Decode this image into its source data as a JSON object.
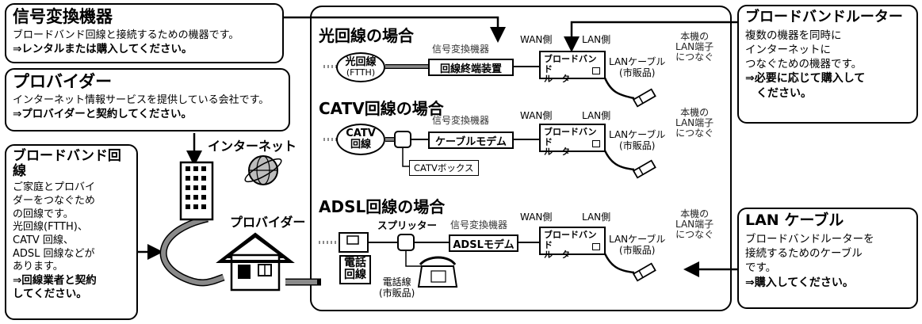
{
  "callouts": {
    "signal_converter": {
      "title": "信号変換機器",
      "body": "ブロードバンド回線と接続するための機器です。",
      "cta": "⇒レンタルまたは購入してください。"
    },
    "provider": {
      "title": "プロバイダー",
      "body": "インターネット情報サービスを提供している会社です。",
      "cta": "⇒プロバイダーと契約してください。"
    },
    "broadband_line": {
      "title": "ブロードバンド回線",
      "body_lines": [
        "ご家庭とプロバイ",
        "ダーをつなぐため",
        "の回線です。",
        "光回線(FTTH)、",
        "CATV 回線、",
        "ADSL 回線などが",
        "あります。"
      ],
      "cta_lines": [
        "⇒回線業者と契約",
        "してください。"
      ]
    },
    "router": {
      "title": "ブロードバンドルーター",
      "body_lines": [
        "複数の機器を同時に",
        "インターネットに",
        "つなぐための機器です。"
      ],
      "cta_lines": [
        "⇒必要に応じて購入して",
        "　ください。"
      ]
    },
    "lan_cable": {
      "title": "LAN ケーブル",
      "body_lines": [
        "ブロードバンドルーターを",
        "接続するためのケーブル",
        "です。"
      ],
      "cta": "⇒購入してください。"
    }
  },
  "left_labels": {
    "internet": "インターネット",
    "provider": "プロバイダー"
  },
  "sections": {
    "fiber": {
      "title": "光回線の場合",
      "source_lines": [
        "光回線",
        "(FTTH)"
      ],
      "converter_caption": "信号変換機器",
      "converter": "回線終端装置"
    },
    "catv": {
      "title": "CATV回線の場合",
      "source_lines": [
        "CATV",
        "回線"
      ],
      "converter_caption": "信号変換機器",
      "converter": "ケーブルモデム",
      "box_label": "CATVボックス"
    },
    "adsl": {
      "title": "ADSL回線の場合",
      "phone_line_lines": [
        "電話",
        "回線"
      ],
      "splitter": "スプリッター",
      "converter_caption": "信号変換機器",
      "converter": "ADSLモデム",
      "phone_cord_lines": [
        "電話線",
        "(市販品)"
      ]
    }
  },
  "common": {
    "wan": "WAN側",
    "lan": "LAN側",
    "router_lines": [
      "ブロードバンド",
      "ルーター"
    ],
    "lan_cable_lines": [
      "LANケーブル",
      "(市販品)"
    ],
    "terminal_lines": [
      "本機の",
      "LAN端子",
      "につなぐ"
    ]
  },
  "colors": {
    "line": "#000000",
    "cable_grey": "#8a8a8a",
    "background": "#ffffff"
  },
  "icons": [
    "globe-icon",
    "building-icon",
    "house-icon",
    "telephone-icon",
    "lan-plug-icon",
    "arrow-icon"
  ]
}
